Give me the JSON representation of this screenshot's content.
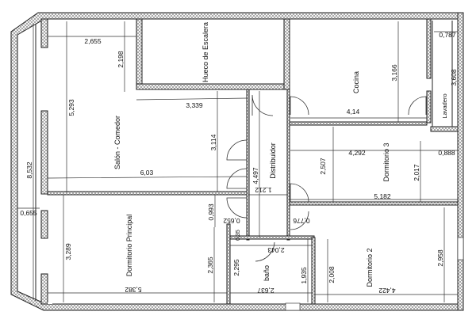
{
  "rooms": {
    "salon": "Salón - Comedor",
    "hueco": "Hueco de Escalera",
    "cocina": "Cocina",
    "lavadero": "Lavadero",
    "distribuidor": "Distribuidor",
    "dorm3": "Dormitorio 3",
    "dorm_principal": "Dormitorio Principal",
    "bano": "baño",
    "dorm2": "Dormitorio 2"
  },
  "dimensions": {
    "d2655": "2,655",
    "d2198": "2,198",
    "d5293": "5,293",
    "d3339": "3,339",
    "d3114": "3,114",
    "d603": "6,03",
    "d8532": "8,532",
    "d0655": "0,655",
    "d3166": "3,166",
    "d414": "4,14",
    "d0787": "0,787",
    "d3608": "3,608",
    "d4292": "4,292",
    "d0888": "0,888",
    "d2507": "2,507",
    "d2017": "2,017",
    "d5182": "5,182",
    "d4497": "4,497",
    "d1212": "1,212",
    "d0993": "0,993",
    "d0652": "0,652",
    "d0776": "0,776",
    "d035": "0,35",
    "d2043": "2,043",
    "d3289": "3,289",
    "d2365": "2,365",
    "d5382": "5,382",
    "d2295": "2,295",
    "d1935": "1,935",
    "d2008": "2,008",
    "d2637": "2,637",
    "d2958": "2,958",
    "d4422": "4,422"
  }
}
